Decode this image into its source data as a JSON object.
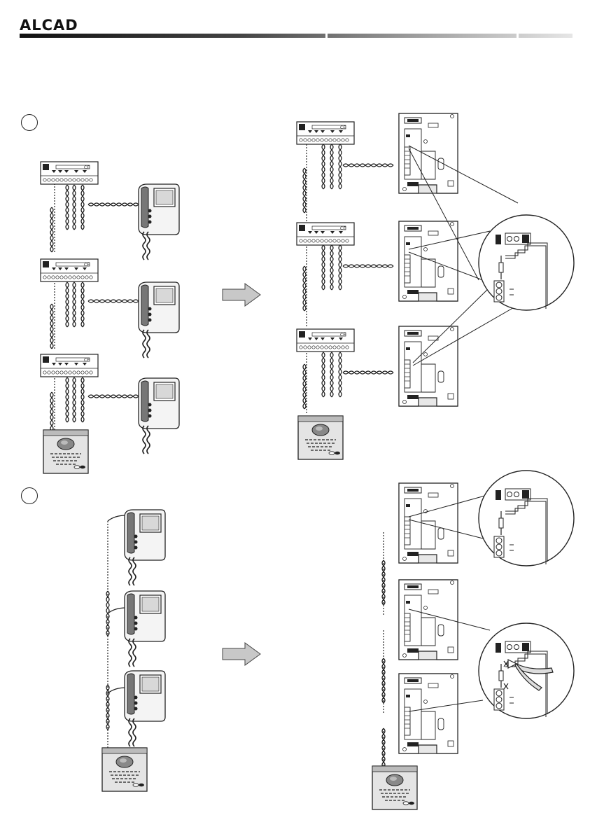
{
  "brand": {
    "name": "ALCAD"
  },
  "sections": [
    {
      "id": "1",
      "panel_count": 3,
      "has_distributors": true
    },
    {
      "id": "2",
      "panel_count": 3,
      "has_distributors": false
    }
  ],
  "icons": {
    "arrow": "right-arrow-icon",
    "detail_loupe": "magnifier-detail-icon",
    "cutter": "wire-cutter-icon"
  },
  "colors": {
    "ink": "#222222",
    "arrow_fill": "#c8c8c8",
    "panel_face": "#e4e4e4"
  }
}
